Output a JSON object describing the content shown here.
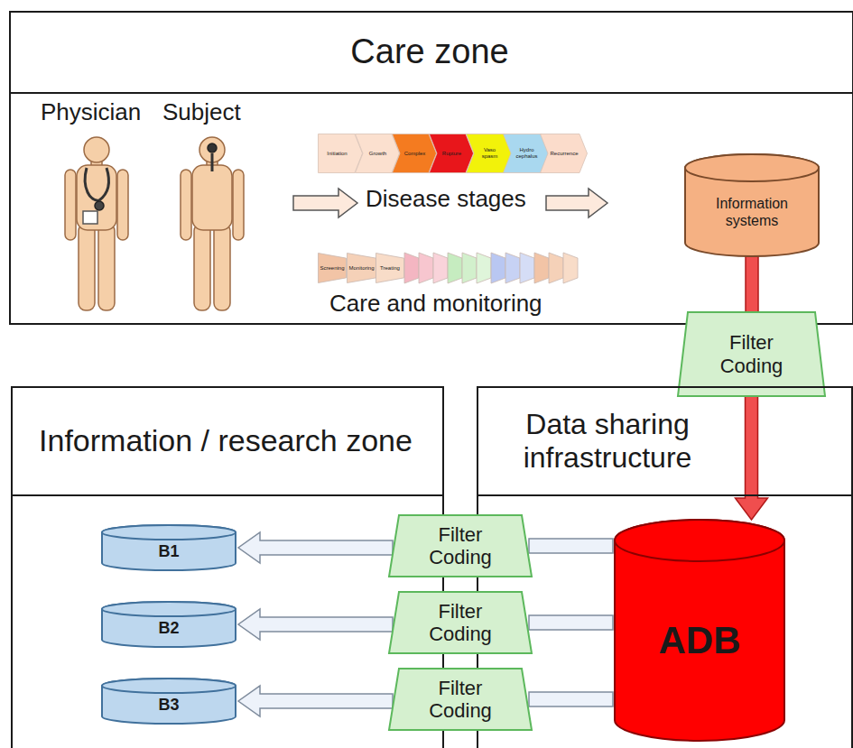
{
  "diagram": {
    "nodes": [
      {
        "text": [
          "Care zone"
        ]
      },
      {
        "text": [
          "Initiation"
        ],
        "in": 0
      },
      {
        "text": [
          "Growth"
        ],
        "in": 0
      },
      {
        "text": [
          "Complex"
        ],
        "in": 0
      },
      {
        "text": [
          "Rupture"
        ],
        "in": 0
      },
      {
        "text": [
          "Vaso spasm"
        ],
        "in": 0
      },
      {
        "text": [
          "Hydro cephalus"
        ],
        "in": 0
      },
      {
        "text": [
          "Recurrence"
        ],
        "in": 0
      },
      {
        "text": [
          "Screening"
        ],
        "in": 0
      },
      {
        "text": [
          "Monitoring"
        ],
        "in": 0
      },
      {
        "text": [
          "Treating"
        ],
        "in": 0
      },
      {
        "text": [
          "Information systems"
        ],
        "in": 0
      },
      {
        "text": [
          "Filter Coding"
        ]
      },
      {
        "text": [
          "Information / research zone"
        ]
      },
      {
        "text": [
          "B1"
        ],
        "in": 13
      },
      {
        "text": [
          "B2"
        ],
        "in": 13
      },
      {
        "text": [
          "B3"
        ],
        "in": 13
      },
      {
        "text": [
          "Data sharing infrastructure"
        ]
      },
      {
        "text": [
          "ADB"
        ],
        "in": 17
      },
      {
        "text": [
          "Filter Coding"
        ]
      },
      {
        "text": [
          "Filter Coding"
        ]
      },
      {
        "text": [
          "Filter Coding"
        ]
      }
    ],
    "edges": [
      {
        "from": 11,
        "to": 12,
        "arrow": "none"
      },
      {
        "from": 12,
        "to": 18,
        "arrow": "to"
      },
      {
        "from": 18,
        "to": 19,
        "arrow": "none"
      },
      {
        "from": 19,
        "to": 14,
        "arrow": "to"
      },
      {
        "from": 18,
        "to": 20,
        "arrow": "none"
      },
      {
        "from": 20,
        "to": 15,
        "arrow": "to"
      },
      {
        "from": 18,
        "to": 21,
        "arrow": "none"
      },
      {
        "from": 21,
        "to": 16,
        "arrow": "to"
      }
    ],
    "labels": [
      "Physician",
      "Subject",
      "Disease stages",
      "Care and monitoring"
    ]
  }
}
